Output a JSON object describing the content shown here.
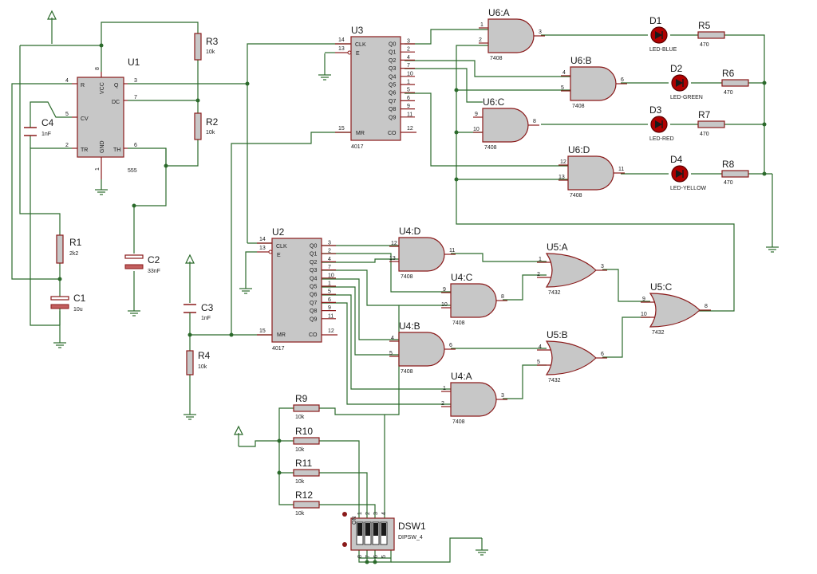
{
  "u1": {
    "ref": "U1",
    "part": "555",
    "pins": {
      "r": "R",
      "vcc": "VCC",
      "q": "Q",
      "dc": "DC",
      "cv": "CV",
      "tr": "TR",
      "gnd": "GND",
      "th": "TH"
    },
    "pin_numbers": {
      "p4": "4",
      "p8": "8",
      "p3": "3",
      "p7": "7",
      "p5": "5",
      "p2": "2",
      "p1": "1",
      "p6": "6"
    }
  },
  "u2": {
    "ref": "U2",
    "part": "4017",
    "clk": "CLK",
    "e": "E",
    "mr": "MR",
    "co": "CO",
    "outputs": [
      "Q0",
      "Q1",
      "Q2",
      "Q3",
      "Q4",
      "Q5",
      "Q6",
      "Q7",
      "Q8",
      "Q9"
    ],
    "output_pins": [
      "3",
      "2",
      "4",
      "7",
      "10",
      "1",
      "5",
      "6",
      "9",
      "11"
    ],
    "pin_clk": "14",
    "pin_e": "13",
    "pin_mr": "15",
    "pin_co": "12"
  },
  "u3": {
    "ref": "U3",
    "part": "4017",
    "clk": "CLK",
    "e": "E",
    "mr": "MR",
    "co": "CO",
    "outputs": [
      "Q0",
      "Q1",
      "Q2",
      "Q3",
      "Q4",
      "Q5",
      "Q6",
      "Q7",
      "Q8",
      "Q9"
    ],
    "output_pins": [
      "3",
      "2",
      "4",
      "7",
      "10",
      "1",
      "5",
      "6",
      "9",
      "11"
    ],
    "pin_clk": "14",
    "pin_e": "13",
    "pin_mr": "15",
    "pin_co": "12"
  },
  "resistors": {
    "r1": {
      "ref": "R1",
      "value": "2k2"
    },
    "r2": {
      "ref": "R2",
      "value": "10k"
    },
    "r3": {
      "ref": "R3",
      "value": "10k"
    },
    "r4": {
      "ref": "R4",
      "value": "10k"
    },
    "r5": {
      "ref": "R5",
      "value": "470"
    },
    "r6": {
      "ref": "R6",
      "value": "470"
    },
    "r7": {
      "ref": "R7",
      "value": "470"
    },
    "r8": {
      "ref": "R8",
      "value": "470"
    },
    "r9": {
      "ref": "R9",
      "value": "10k"
    },
    "r10": {
      "ref": "R10",
      "value": "10k"
    },
    "r11": {
      "ref": "R11",
      "value": "10k"
    },
    "r12": {
      "ref": "R12",
      "value": "10k"
    }
  },
  "capacitors": {
    "c1": {
      "ref": "C1",
      "value": "10u"
    },
    "c2": {
      "ref": "C2",
      "value": "33nF"
    },
    "c3": {
      "ref": "C3",
      "value": "1nF"
    },
    "c4": {
      "ref": "C4",
      "value": "1nF"
    }
  },
  "leds": {
    "d1": {
      "ref": "D1",
      "value": "LED-BLUE",
      "color": "#b00000"
    },
    "d2": {
      "ref": "D2",
      "value": "LED-GREEN",
      "color": "#b00000"
    },
    "d3": {
      "ref": "D3",
      "value": "LED-RED",
      "color": "#b00000"
    },
    "d4": {
      "ref": "D4",
      "value": "LED-YELLOW",
      "color": "#b00000"
    }
  },
  "gates": {
    "u6a": {
      "ref": "U6:A",
      "part": "7408",
      "in1": "1",
      "in2": "2",
      "out": "3"
    },
    "u6b": {
      "ref": "U6:B",
      "part": "7408",
      "in1": "4",
      "in2": "5",
      "out": "6"
    },
    "u6c": {
      "ref": "U6:C",
      "part": "7408",
      "in1": "9",
      "in2": "10",
      "out": "8"
    },
    "u6d": {
      "ref": "U6:D",
      "part": "7408",
      "in1": "12",
      "in2": "13",
      "out": "11"
    },
    "u4a": {
      "ref": "U4:A",
      "part": "7408",
      "in1": "1",
      "in2": "2",
      "out": "3"
    },
    "u4b": {
      "ref": "U4:B",
      "part": "7408",
      "in1": "4",
      "in2": "5",
      "out": "6"
    },
    "u4c": {
      "ref": "U4:C",
      "part": "7408",
      "in1": "9",
      "in2": "10",
      "out": "8"
    },
    "u4d": {
      "ref": "U4:D",
      "part": "7408",
      "in1": "12",
      "in2": "13",
      "out": "11"
    },
    "u5a": {
      "ref": "U5:A",
      "part": "7432",
      "in1": "1",
      "in2": "2",
      "out": "3"
    },
    "u5b": {
      "ref": "U5:B",
      "part": "7432",
      "in1": "4",
      "in2": "5",
      "out": "6"
    },
    "u5c": {
      "ref": "U5:C",
      "part": "7432",
      "in1": "9",
      "in2": "10",
      "out": "8"
    }
  },
  "dsw1": {
    "ref": "DSW1",
    "part": "DIPSW_4",
    "top_pins": [
      "1",
      "2",
      "3",
      "4"
    ],
    "bottom_pins": [
      "8",
      "7",
      "6",
      "5"
    ],
    "on": "ON"
  },
  "colors": {
    "wire": "#2b6a2b",
    "component": "#8a1a1a",
    "body": "#c7c7c7"
  }
}
